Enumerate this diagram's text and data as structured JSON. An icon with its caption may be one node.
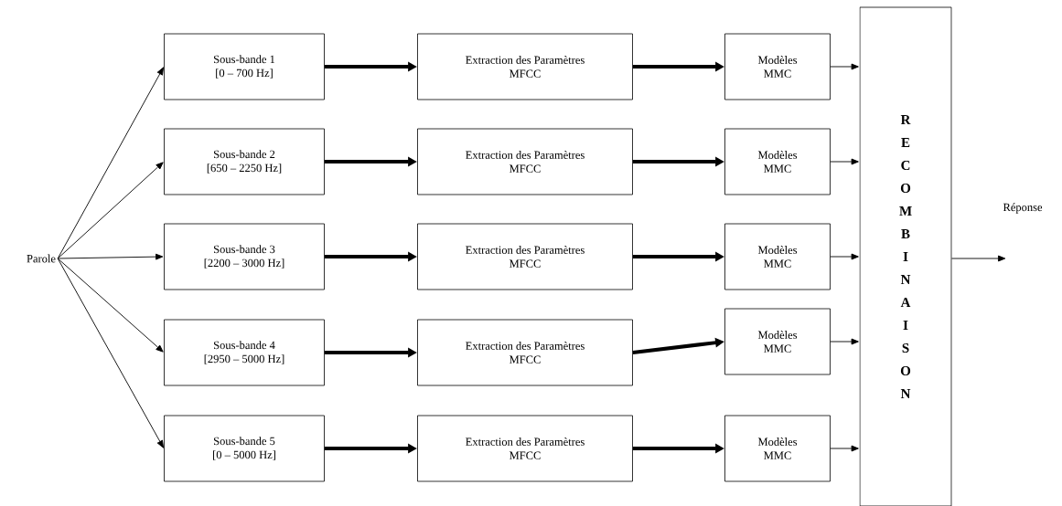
{
  "diagram": {
    "nodes": [
      {
        "text": [
          "Parole"
        ]
      },
      {
        "text": [
          "Sous-bande 1",
          "[0 – 700 Hz]"
        ]
      },
      {
        "text": [
          "Sous-bande 2",
          "[650 – 2250 Hz]"
        ]
      },
      {
        "text": [
          "Sous-bande 3",
          "[2200 – 3000 Hz]"
        ]
      },
      {
        "text": [
          "Sous-bande 4",
          "[2950 – 5000 Hz]"
        ]
      },
      {
        "text": [
          "Sous-bande 5",
          "[0 – 5000 Hz]"
        ]
      },
      {
        "text": [
          "Extraction des Paramètres",
          "MFCC"
        ]
      },
      {
        "text": [
          "Extraction des Paramètres",
          "MFCC"
        ]
      },
      {
        "text": [
          "Extraction des Paramètres",
          "MFCC"
        ]
      },
      {
        "text": [
          "Extraction des Paramètres",
          "MFCC"
        ]
      },
      {
        "text": [
          "Extraction des Paramètres",
          "MFCC"
        ]
      },
      {
        "text": [
          "Modèles",
          "MMC"
        ]
      },
      {
        "text": [
          "Modèles",
          "MMC"
        ]
      },
      {
        "text": [
          "Modèles",
          "MMC"
        ]
      },
      {
        "text": [
          "Modèles",
          "MMC"
        ]
      },
      {
        "text": [
          "Modèles",
          "MMC"
        ]
      },
      {
        "text": [
          "R E C O M B I N A I S O N"
        ]
      }
    ],
    "edges": [
      {
        "from": 0,
        "to": 1,
        "arrow": "to"
      },
      {
        "from": 0,
        "to": 2,
        "arrow": "to"
      },
      {
        "from": 0,
        "to": 3,
        "arrow": "to"
      },
      {
        "from": 0,
        "to": 4,
        "arrow": "to"
      },
      {
        "from": 0,
        "to": 5,
        "arrow": "to"
      },
      {
        "from": 1,
        "to": 6,
        "arrow": "to",
        "style": "thick"
      },
      {
        "from": 2,
        "to": 7,
        "arrow": "to",
        "style": "thick"
      },
      {
        "from": 3,
        "to": 8,
        "arrow": "to",
        "style": "thick"
      },
      {
        "from": 4,
        "to": 9,
        "arrow": "to",
        "style": "thick"
      },
      {
        "from": 5,
        "to": 10,
        "arrow": "to",
        "style": "thick"
      },
      {
        "from": 6,
        "to": 11,
        "arrow": "to",
        "style": "thick"
      },
      {
        "from": 7,
        "to": 12,
        "arrow": "to",
        "style": "thick"
      },
      {
        "from": 8,
        "to": 13,
        "arrow": "to",
        "style": "thick"
      },
      {
        "from": 9,
        "to": 14,
        "arrow": "to",
        "style": "thick"
      },
      {
        "from": 10,
        "to": 15,
        "arrow": "to",
        "style": "thick"
      },
      {
        "from": 11,
        "to": 16,
        "arrow": "to"
      },
      {
        "from": 12,
        "to": 16,
        "arrow": "to"
      },
      {
        "from": 13,
        "to": 16,
        "arrow": "to"
      },
      {
        "from": 14,
        "to": 16,
        "arrow": "to"
      },
      {
        "from": 15,
        "to": 16,
        "arrow": "to"
      },
      {
        "from": 16,
        "to": null,
        "arrow": "to"
      }
    ],
    "labels": [
      "Réponse"
    ]
  }
}
